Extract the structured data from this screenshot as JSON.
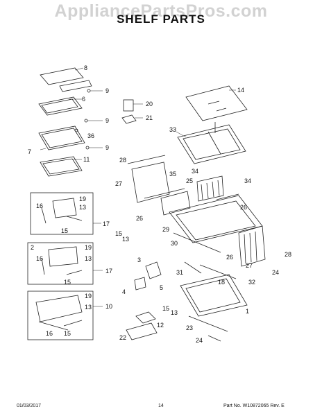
{
  "watermark": "AppliancePartsPros.com",
  "title": "SHELF PARTS",
  "footer": {
    "date": "01/03/2017",
    "page": "14",
    "part_info": "Part No. W10872065  Rev. E"
  },
  "callouts": {
    "c1": "1",
    "c2": "2",
    "c3": "3",
    "c4": "4",
    "c5": "5",
    "c6": "6",
    "c7": "7",
    "c8": "8",
    "c9": "9",
    "c10": "10",
    "c11": "11",
    "c12": "12",
    "c13": "13",
    "c14": "14",
    "c15": "15",
    "c16": "16",
    "c17": "17",
    "c18": "18",
    "c19": "19",
    "c20": "20",
    "c21": "21",
    "c22": "22",
    "c23": "23",
    "c24": "24",
    "c25": "25",
    "c26": "26",
    "c27": "27",
    "c28": "28",
    "c29": "29",
    "c30": "30",
    "c31": "31",
    "c32": "32",
    "c33": "33",
    "c34": "34",
    "c35": "35",
    "c36": "36"
  }
}
